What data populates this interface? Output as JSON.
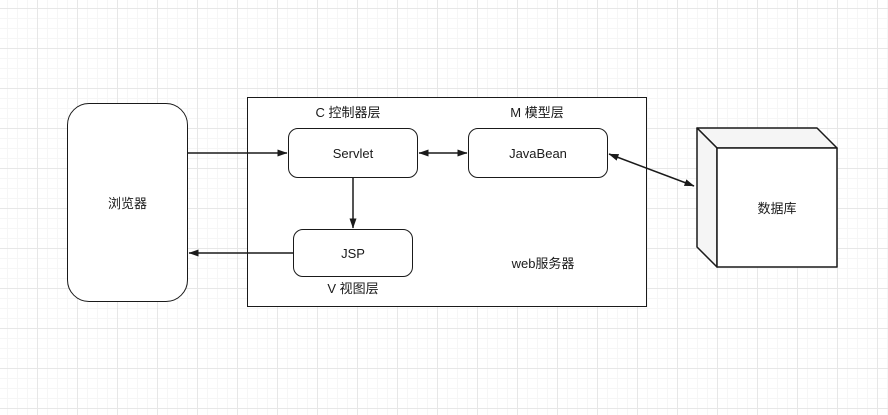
{
  "diagram": {
    "nodes": {
      "browser": {
        "label": "浏览器"
      },
      "servlet": {
        "label": "Servlet"
      },
      "javabean": {
        "label": "JavaBean"
      },
      "jsp": {
        "label": "JSP"
      },
      "database": {
        "label": "数据库"
      },
      "webserver": {
        "label": "web服务器"
      }
    },
    "layer_labels": {
      "controller": "C 控制器层",
      "model": "M 模型层",
      "view": "V 视图层"
    },
    "connections": [
      {
        "from": "browser",
        "to": "servlet",
        "direction": "one-way"
      },
      {
        "from": "servlet",
        "to": "javabean",
        "direction": "two-way"
      },
      {
        "from": "servlet",
        "to": "jsp",
        "direction": "one-way"
      },
      {
        "from": "jsp",
        "to": "browser",
        "direction": "one-way"
      },
      {
        "from": "javabean",
        "to": "database",
        "direction": "two-way"
      }
    ],
    "colors": {
      "stroke": "#1a1a1a",
      "shape_fill": "#ffffff",
      "cube_shade_fill": "#f5f5f5",
      "canvas_bg": "#ffffff",
      "grid_minor": "#f6f6f6",
      "grid_major": "#e7e7e7"
    }
  }
}
